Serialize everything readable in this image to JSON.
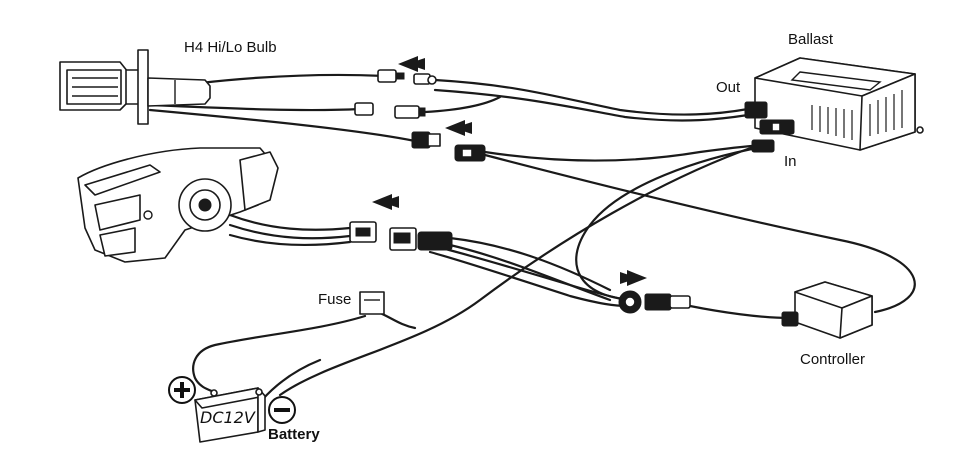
{
  "diagram": {
    "labels": {
      "bulb": "H4 Hi/Lo Bulb",
      "ballast": "Ballast",
      "out": "Out",
      "in": "In",
      "fuse": "Fuse",
      "controller": "Controller",
      "battery": "Battery",
      "battery_rating": "DC12V"
    },
    "symbols": {
      "positive": "plus-terminal-icon",
      "negative": "minus-terminal-icon"
    }
  }
}
